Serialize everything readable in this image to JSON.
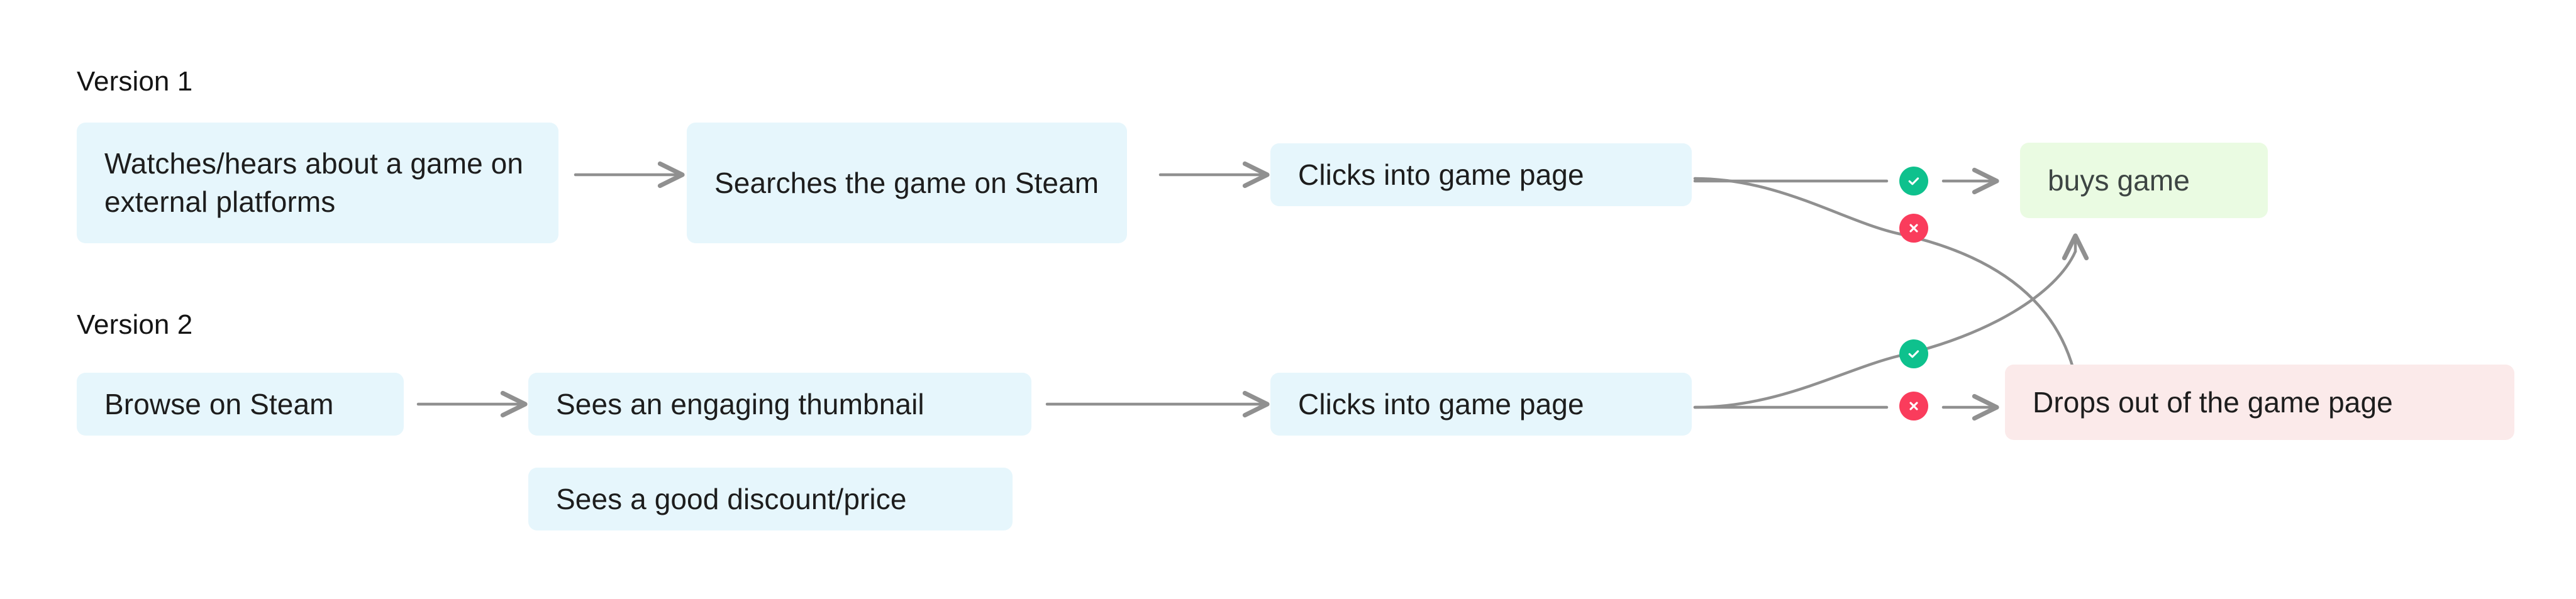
{
  "diagram": {
    "title_v1": "Version 1",
    "title_v2": "Version 2",
    "colors": {
      "node_blue": "#e6f6fc",
      "node_green": "#eafbe2",
      "node_pink": "#fbeaea",
      "badge_success": "#0ec18d",
      "badge_failure": "#fa3c5c",
      "connector": "#909090",
      "text": "#1d1d1d",
      "background": "#ffffff"
    },
    "flows": [
      {
        "id": "version-1",
        "label": "Version 1",
        "steps": [
          {
            "id": "v1-step-1",
            "label": "Watches/hears about a game on external platforms",
            "style": "blue"
          },
          {
            "id": "v1-step-2",
            "label": "Searches the game on Steam",
            "style": "blue"
          },
          {
            "id": "v1-step-3",
            "label": "Clicks into game page",
            "style": "blue"
          }
        ],
        "outcomes": [
          {
            "id": "v1-outcome-success",
            "label": "buys game",
            "style": "green",
            "badge": "check"
          },
          {
            "id": "v1-outcome-failure",
            "label": "Drops out of the game page",
            "style": "pink",
            "badge": "cross"
          }
        ]
      },
      {
        "id": "version-2",
        "label": "Version 2",
        "steps": [
          {
            "id": "v2-step-1",
            "label": "Browse on Steam",
            "style": "blue"
          },
          {
            "id": "v2-step-2a",
            "label": "Sees an engaging thumbnail",
            "style": "blue"
          },
          {
            "id": "v2-step-2b",
            "label": "Sees a good discount/price",
            "style": "blue"
          },
          {
            "id": "v2-step-3",
            "label": "Clicks into game page",
            "style": "blue"
          }
        ],
        "outcomes": [
          {
            "id": "v2-outcome-success",
            "label": "buys game",
            "style": "green",
            "badge": "check"
          },
          {
            "id": "v2-outcome-failure",
            "label": "Drops out of the game page",
            "style": "pink",
            "badge": "cross"
          }
        ]
      }
    ],
    "outcome_nodes": [
      {
        "id": "outcome-buys-game",
        "label": "buys game",
        "style": "green"
      },
      {
        "id": "outcome-drops-out",
        "label": "Drops out of the game page",
        "style": "pink"
      }
    ],
    "badges": [
      {
        "id": "v1-check",
        "type": "check-icon",
        "color": "#0ec18d"
      },
      {
        "id": "v1-cross",
        "type": "cross-icon",
        "color": "#fa3c5c"
      },
      {
        "id": "v2-check",
        "type": "check-icon",
        "color": "#0ec18d"
      },
      {
        "id": "v2-cross",
        "type": "cross-icon",
        "color": "#fa3c5c"
      }
    ]
  }
}
